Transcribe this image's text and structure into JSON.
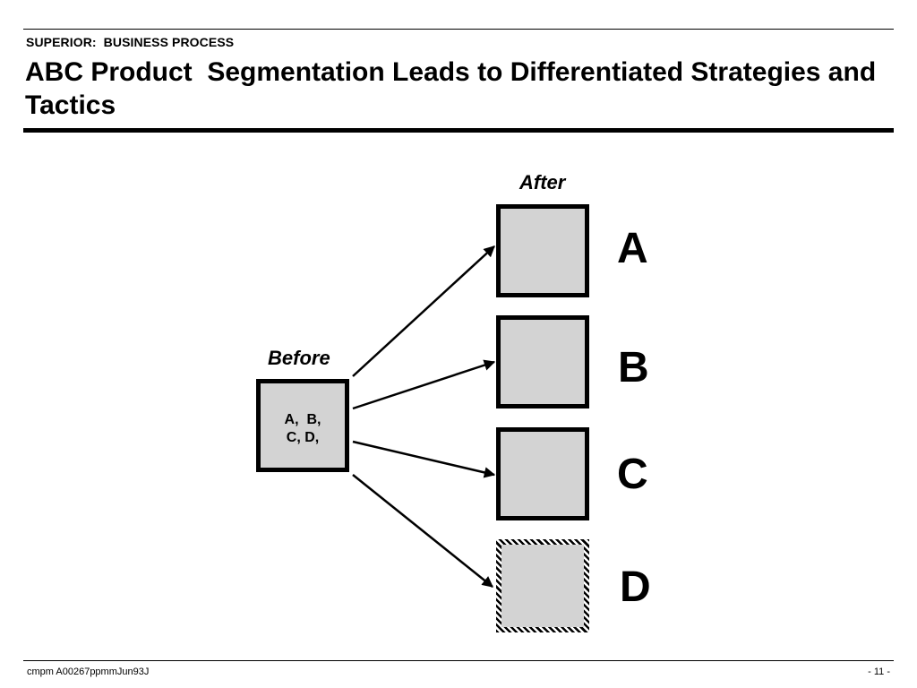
{
  "header": {
    "section": "SUPERIOR:  BUSINESS PROCESS",
    "title": "ABC Product  Segmentation Leads to Differentiated Strategies and Tactics"
  },
  "diagram": {
    "before_label": "Before",
    "after_label": "After",
    "before_box_lines": [
      "A,  B,",
      "C, D,"
    ],
    "after_items": [
      {
        "letter": "A",
        "border": "solid"
      },
      {
        "letter": "B",
        "border": "solid"
      },
      {
        "letter": "C",
        "border": "solid"
      },
      {
        "letter": "D",
        "border": "hatched"
      }
    ],
    "colors": {
      "box_fill": "#d3d3d3",
      "stroke": "#000000"
    }
  },
  "footer": {
    "left": "cmpm A00267ppmmJun93J",
    "right": "- 11 -"
  }
}
